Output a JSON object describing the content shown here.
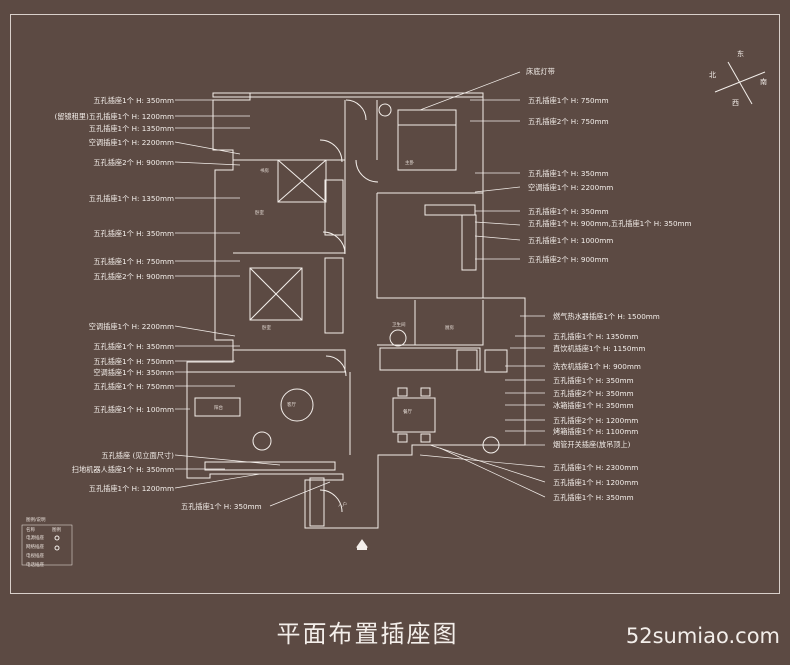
{
  "title": "平面布置插座图",
  "watermark": "52sumiao.com",
  "compass": {
    "east": "东",
    "north": "北",
    "south": "南",
    "west": "西"
  },
  "left_labels": [
    "五孔插座1个 H: 350mm",
    "(留镜租里)五孔插座1个 H: 1200mm",
    "五孔插座1个 H: 1350mm",
    "空调插座1个 H: 2200mm",
    "五孔插座2个 H: 900mm",
    "五孔插座1个 H: 1350mm",
    "五孔插座1个 H: 350mm",
    "五孔插座1个 H: 750mm",
    "五孔插座2个 H: 900mm",
    "空调插座1个 H: 2200mm",
    "五孔插座1个 H: 350mm",
    "五孔插座1个 H: 750mm",
    "空调插座1个 H: 350mm",
    "五孔插座1个 H: 750mm",
    "五孔插座1个 H: 100mm",
    "五孔插座 (见立面尺寸)",
    "扫地机器人插座1个 H: 350mm",
    "五孔插座1个 H: 1200mm"
  ],
  "bottom_label": "五孔插座1个 H: 350mm",
  "right_labels": [
    "床底灯带",
    "五孔插座1个 H: 750mm",
    "五孔插座2个 H: 750mm",
    "五孔插座1个 H: 350mm",
    "空调插座1个 H: 2200mm",
    "五孔插座1个 H: 350mm",
    "五孔插座1个 H: 900mm,五孔插座1个 H: 350mm",
    "五孔插座1个 H: 1000mm",
    "五孔插座2个 H: 900mm",
    "燃气热水器插座1个 H: 1500mm",
    "五孔插座1个 H: 1350mm",
    "直饮机插座1个 H: 1150mm",
    "洗衣机插座1个 H: 900mm",
    "五孔插座1个 H: 350mm",
    "五孔插座2个 H: 350mm",
    "冰箱插座1个 H: 350mm",
    "五孔插座2个 H: 1200mm",
    "烤箱插座1个 H: 1100mm",
    "烟管开关插座(放吊顶上)",
    "五孔插座1个 H: 2300mm",
    "五孔插座1个 H: 1200mm",
    "五孔插座1个 H: 350mm"
  ],
  "legend": {
    "heading": "图例/说明",
    "col1": "名称",
    "col2": "图例",
    "rows": [
      "电源插座",
      "网络插座",
      "电视插座",
      "电话插座"
    ]
  },
  "rooms": [
    "卧室",
    "主卧",
    "卧室",
    "书房",
    "客厅",
    "餐厅",
    "厨房",
    "卫生间",
    "阳台",
    "入户"
  ],
  "colors": {
    "background": "#5c4a43",
    "line": "#f3eeea"
  }
}
